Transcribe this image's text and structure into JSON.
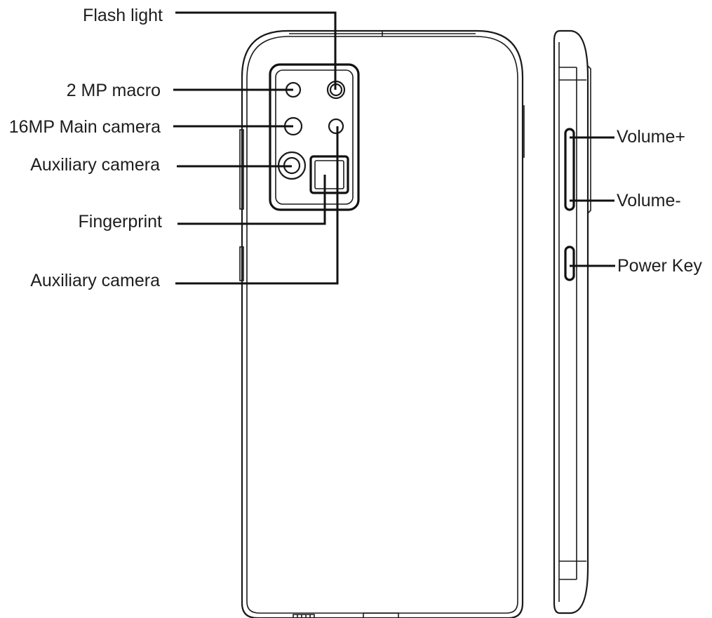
{
  "callouts": {
    "flash_light": "Flash light",
    "macro": "2 MP macro",
    "main_camera": "16MP Main camera",
    "aux_camera_1": "Auxiliary camera",
    "fingerprint": "Fingerprint",
    "aux_camera_2": "Auxiliary camera",
    "volume_up": "Volume+",
    "volume_down": "Volume-",
    "power_key": "Power Key"
  },
  "colors": {
    "line": "#1a1a1a",
    "background": "#ffffff"
  }
}
